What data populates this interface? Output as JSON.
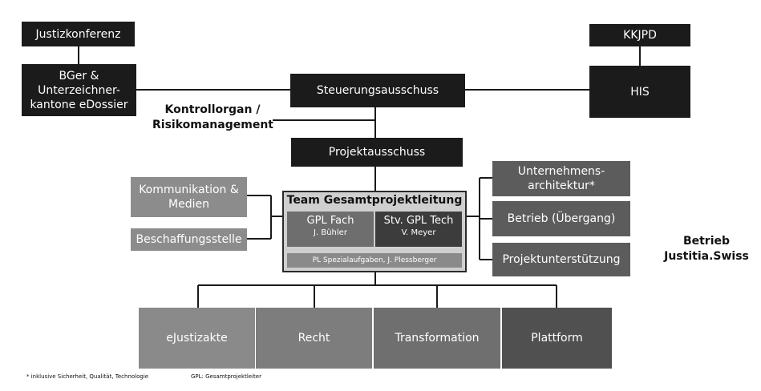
{
  "nodes": {
    "justizkonferenz": "Justizkonferenz",
    "bger": "BGer & Unterzeichner-kantone eDossier",
    "kkjpd": "KKJPD",
    "his": "HIS",
    "steuerungsausschuss": "Steuerungsausschuss",
    "kontrollorgan": "Kontrollorgan / Risikomanagement",
    "projektausschuss": "Projektausschuss",
    "kommunikation": "Kommunikation & Medien",
    "beschaffung": "Beschaffungsstelle",
    "unternehmensarchitektur": "Unternehmens-architektur*",
    "betrieb_uebergang": "Betrieb (Übergang)",
    "projektunterstuetzung": "Projektunterstützung",
    "betrieb_justitia": "Betrieb Justitia.Swiss"
  },
  "team": {
    "title": "Team Gesamtprojektleitung",
    "gpl_fach": "GPL Fach",
    "gpl_fach_person": "J. Bühler",
    "stv_gpl_tech": "Stv. GPL Tech",
    "stv_gpl_tech_person": "V. Meyer",
    "pl_spezial": "PL Spezialaufgaben, J. Plessberger"
  },
  "bottom": {
    "ejustizakte": "eJustizakte",
    "recht": "Recht",
    "transformation": "Transformation",
    "plattform": "Plattform"
  },
  "footnote": {
    "star": "* inklusive Sicherheit, Qualität, Technologie",
    "gpl": "GPL: Gesamtprojektleiter"
  }
}
